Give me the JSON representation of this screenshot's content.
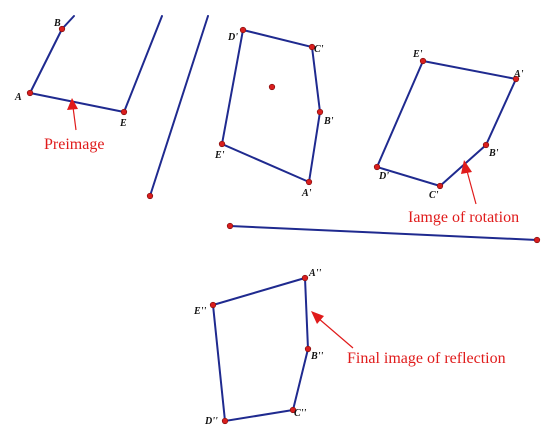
{
  "colors": {
    "segment": "#1f2a8f",
    "point": "#d91e1e",
    "annotation": "#e01b1b",
    "label": "#111111"
  },
  "preimage": {
    "labels": {
      "A": "A",
      "B": "B",
      "E": "E"
    },
    "annotation": "Preimage"
  },
  "rotation_image": {
    "labels": {
      "A": "A'",
      "B": "B'",
      "C": "C'",
      "D": "D'",
      "E": "E'"
    },
    "annotation": "Iamge of rotation"
  },
  "pentagon_prime": {
    "labels": {
      "A": "A'",
      "B": "B'",
      "C": "C'",
      "D": "D'",
      "E": "E'"
    }
  },
  "reflection_image": {
    "labels": {
      "A": "A''",
      "B": "B''",
      "C": "C''",
      "D": "D''",
      "E": "E''"
    },
    "annotation": "Final image of reflection"
  }
}
